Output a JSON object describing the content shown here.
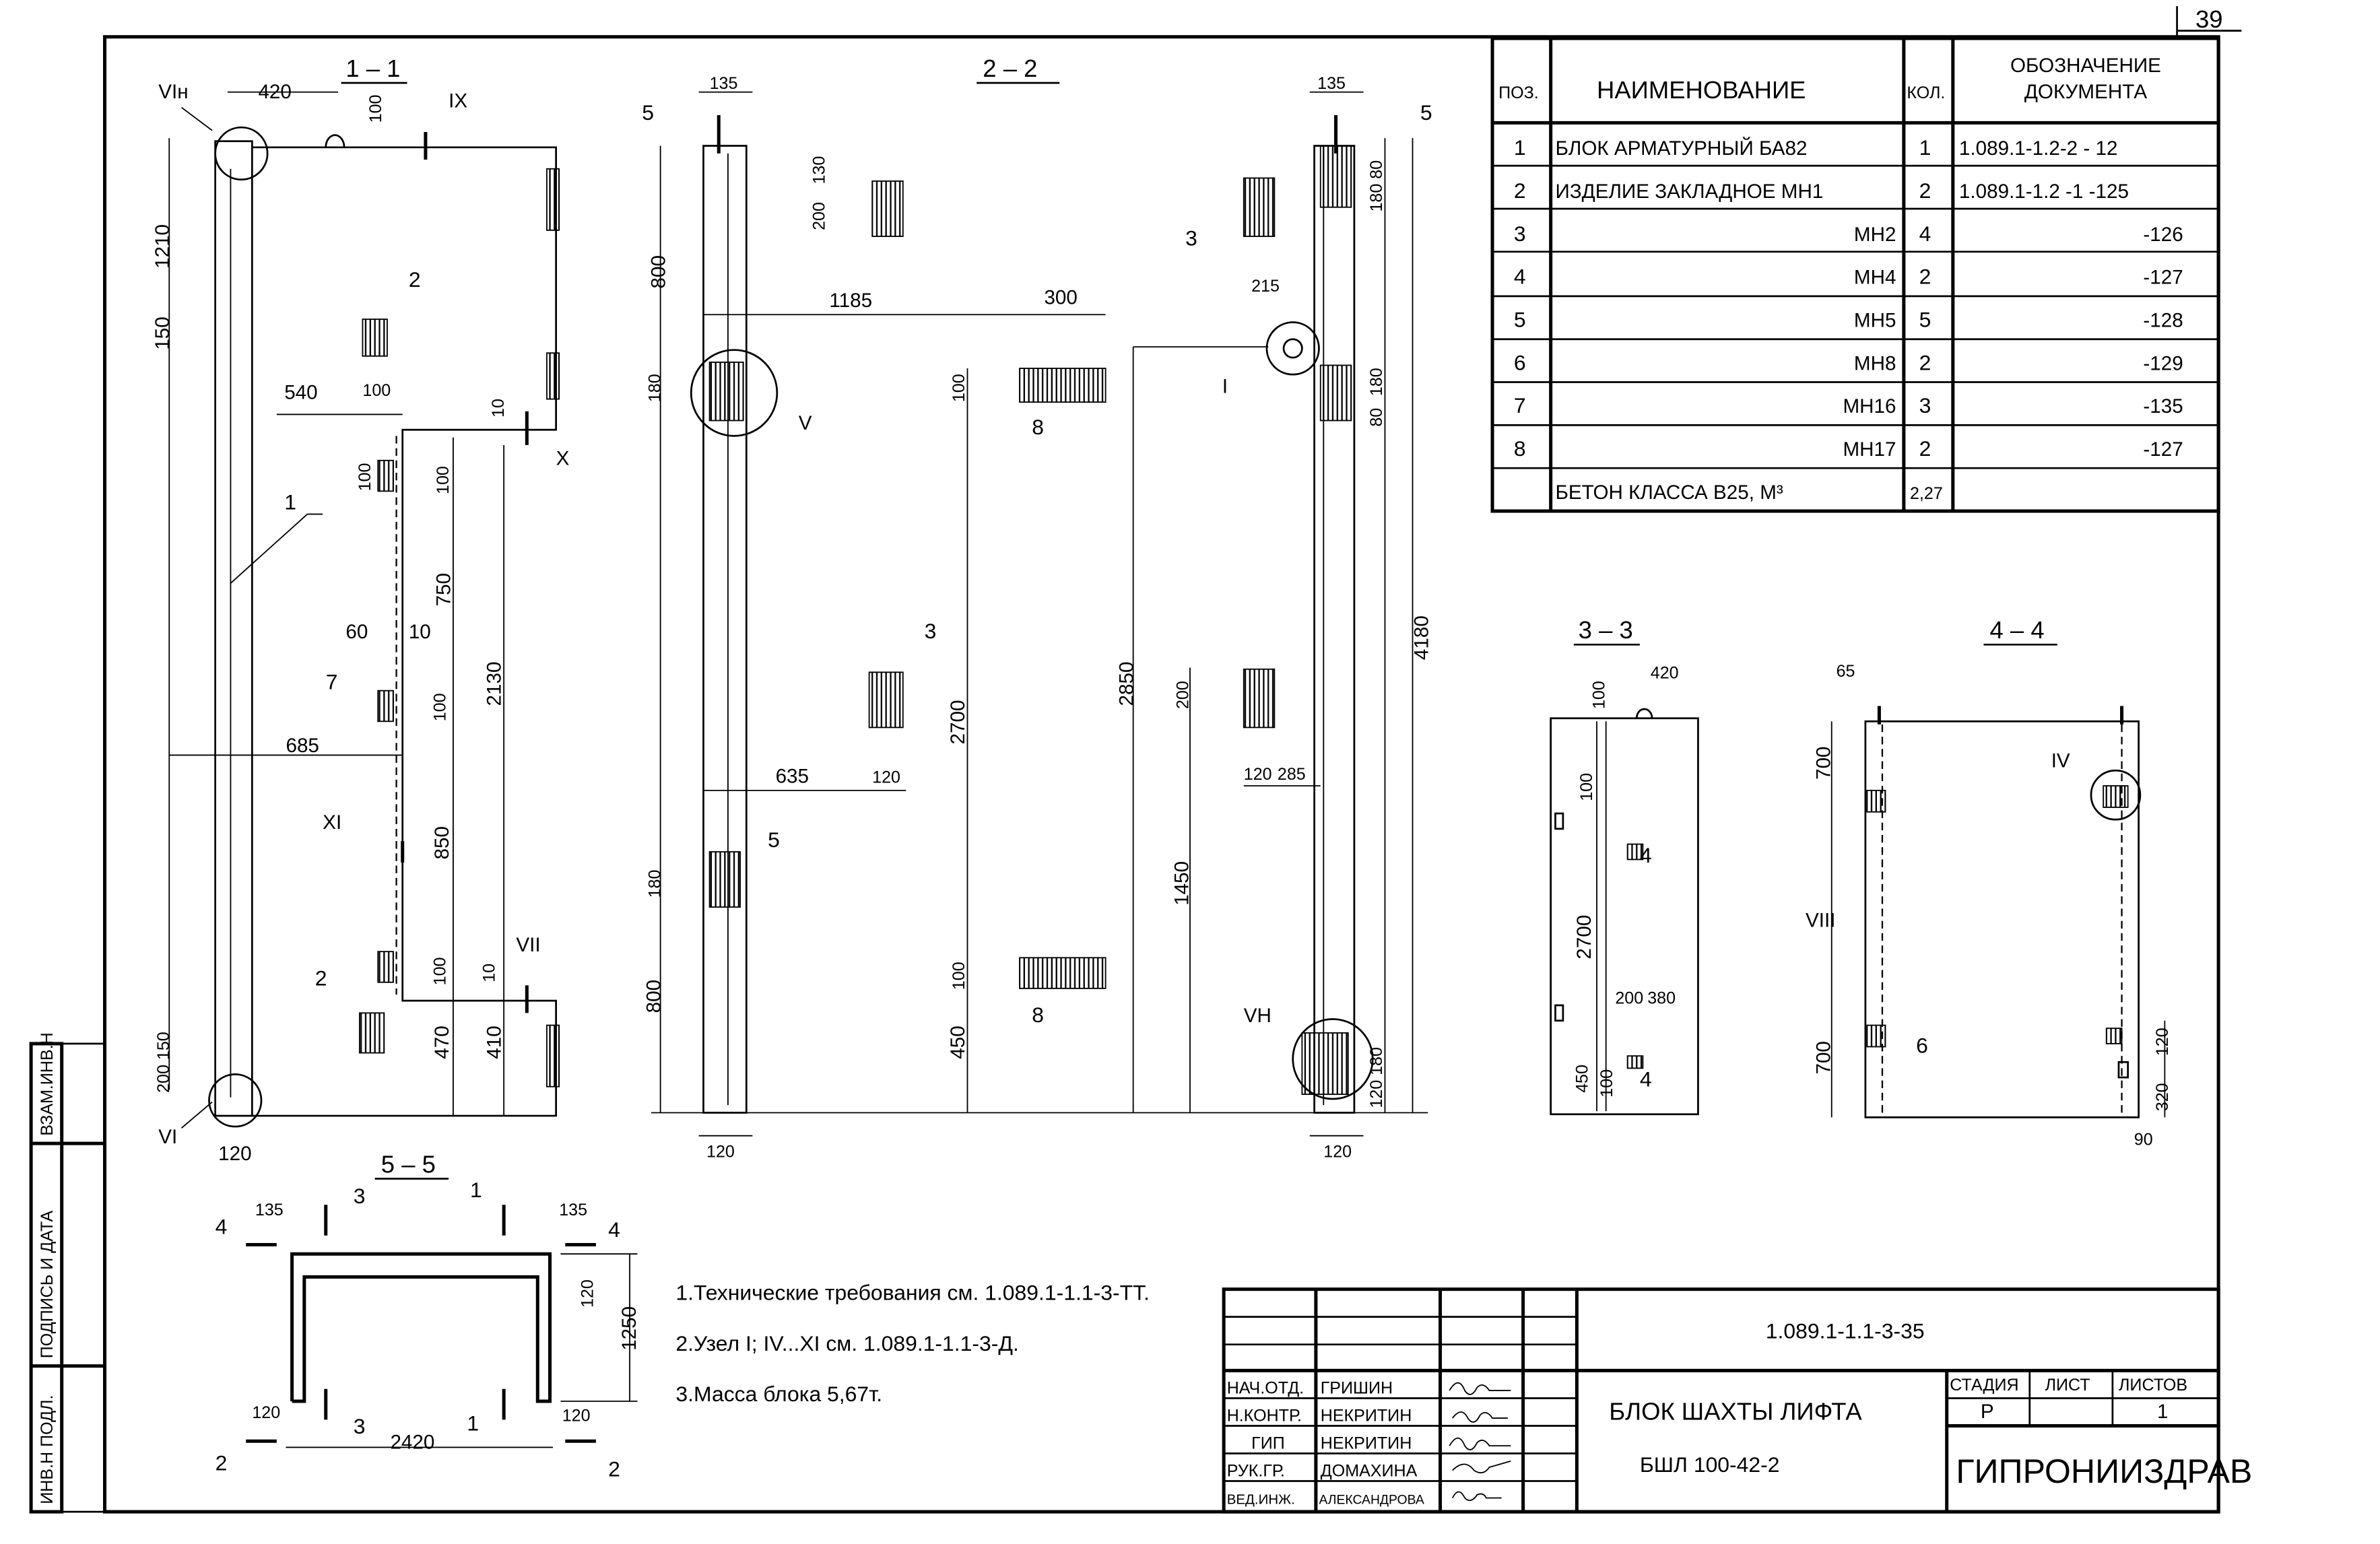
{
  "page_number": "39",
  "side_stamp": [
    "ИНВ.Н ПОДЛ.",
    "ПОДПИСЬ И ДАТА",
    "ВЗАМ.ИНВ.Н"
  ],
  "views": {
    "v11": [
      "1 – 1",
      "VIн",
      "420",
      "100",
      "IX",
      "1210",
      "150",
      "540",
      "100",
      "10",
      "X",
      "1",
      "750",
      "2130",
      "60",
      "10",
      "100",
      "7",
      "100",
      "685",
      "XI",
      "850",
      "100",
      "10",
      "VII",
      "2",
      "470",
      "410",
      "200 150",
      "VI",
      "120",
      "2",
      "100"
    ],
    "v22": [
      "2 – 2",
      "5",
      "135",
      "135",
      "5",
      "800",
      "200",
      "130",
      "1185",
      "300",
      "215",
      "180",
      "V",
      "I",
      "100",
      "8",
      "180 80",
      "3",
      "180",
      "80",
      "4180",
      "3",
      "2700",
      "2850",
      "200",
      "635",
      "120",
      "120",
      "285",
      "1450",
      "180",
      "5",
      "800",
      "100",
      "8",
      "450",
      "VН",
      "120 180",
      "120",
      "120"
    ],
    "v33": [
      "3 – 3",
      "100",
      "420",
      "100",
      "4",
      "2700",
      "200",
      "380",
      "450",
      "100",
      "4"
    ],
    "v44": [
      "4 – 4",
      "65",
      "700",
      "IV",
      "VIII",
      "6",
      "700",
      "120",
      "320",
      "90"
    ],
    "v55": [
      "5 – 5",
      "4",
      "135",
      "3",
      "1",
      "135",
      "4",
      "120",
      "1250",
      "120",
      "3",
      "1",
      "120",
      "2420",
      "2",
      "2"
    ]
  },
  "spec_table": {
    "headers": {
      "pos": "ПОЗ.",
      "name": "НАИМЕНОВАНИЕ",
      "qty": "КОЛ.",
      "doc": "ОБОЗНАЧЕНИЕ ДОКУМЕНТА"
    },
    "rows": [
      {
        "pos": "1",
        "name": "БЛОК АРМАТУРНЫЙ БА82",
        "qty": "1",
        "doc": "1.089.1-1.2-2 - 12"
      },
      {
        "pos": "2",
        "name": "ИЗДЕЛИЕ ЗАКЛАДНОЕ МН1",
        "qty": "2",
        "doc": "1.089.1-1.2 -1 -125"
      },
      {
        "pos": "3",
        "name": "МН2",
        "qty": "4",
        "doc": "-126"
      },
      {
        "pos": "4",
        "name": "МН4",
        "qty": "2",
        "doc": "-127"
      },
      {
        "pos": "5",
        "name": "МН5",
        "qty": "5",
        "doc": "-128"
      },
      {
        "pos": "6",
        "name": "МН8",
        "qty": "2",
        "doc": "-129"
      },
      {
        "pos": "7",
        "name": "МН16",
        "qty": "3",
        "doc": "-135"
      },
      {
        "pos": "8",
        "name": "МН17",
        "qty": "2",
        "doc": "-127"
      },
      {
        "pos": "",
        "name": "БЕТОН КЛАССА В25, М³",
        "qty": "2,27",
        "doc": ""
      }
    ]
  },
  "notes": [
    "1.Технические требования см. 1.089.1-1.1-3-ТТ.",
    "2.Узел I; IV...XI см. 1.089.1-1.1-3-Д.",
    "3.Масса блока 5,67т."
  ],
  "title_block": {
    "doc_code": "1.089.1-1.1-3-35",
    "title": "БЛОК ШАХТЫ ЛИФТА",
    "mark": "БШЛ 100-42-2",
    "org": "ГИПРОНИИЗДРАВ",
    "stage_label": "СТАДИЯ",
    "sheet_label": "ЛИСТ",
    "sheets_label": "ЛИСТОВ",
    "stage": "Р",
    "sheet": "",
    "sheets": "1",
    "signers": [
      {
        "role": "НАЧ.ОТД.",
        "name": "ГРИШИН"
      },
      {
        "role": "Н.КОНТР.",
        "name": "НЕКРИТИН"
      },
      {
        "role": "ГИП",
        "name": "НЕКРИТИН"
      },
      {
        "role": "РУК.ГР.",
        "name": "ДОМАХИНА"
      },
      {
        "role": "ВЕД.ИНЖ.",
        "name": "АЛЕКСАНДРОВА"
      }
    ]
  }
}
